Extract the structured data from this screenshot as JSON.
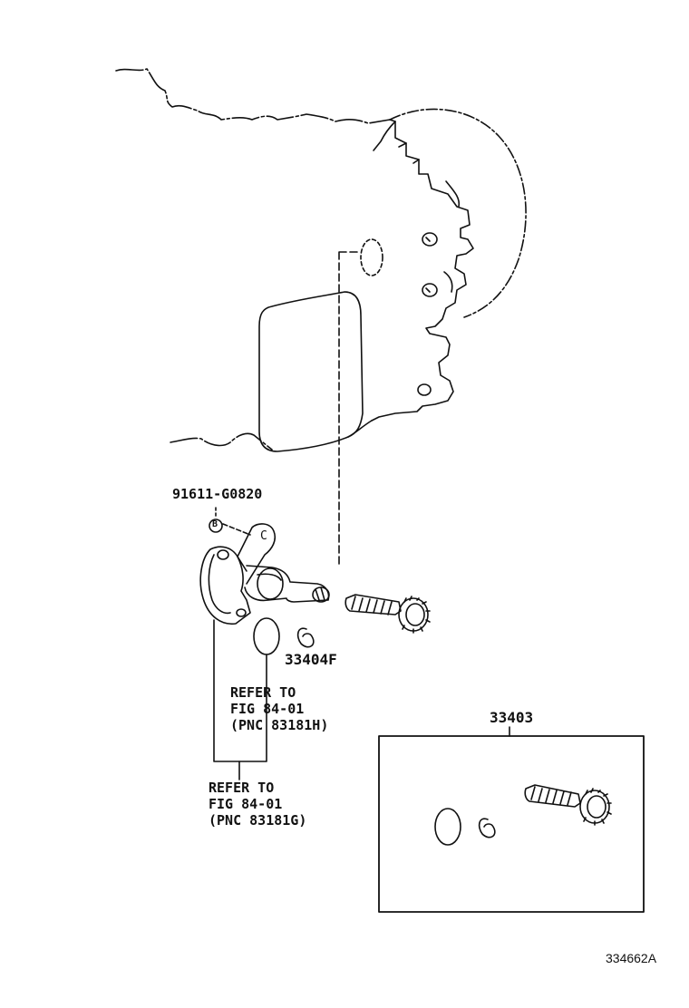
{
  "labels": {
    "bolt_part": "91611-G0820",
    "bolt_marker": "B",
    "clip_marker": "C",
    "retainer_part": "33404F",
    "refer_h": {
      "line1": "REFER TO",
      "line2": "FIG 84-01",
      "line3": "(PNC 83181H)"
    },
    "refer_g": {
      "line1": "REFER TO",
      "line2": "FIG 84-01",
      "line3": "(PNC 83181G)"
    },
    "kit_part": "33403",
    "figure_id": "334662A"
  }
}
